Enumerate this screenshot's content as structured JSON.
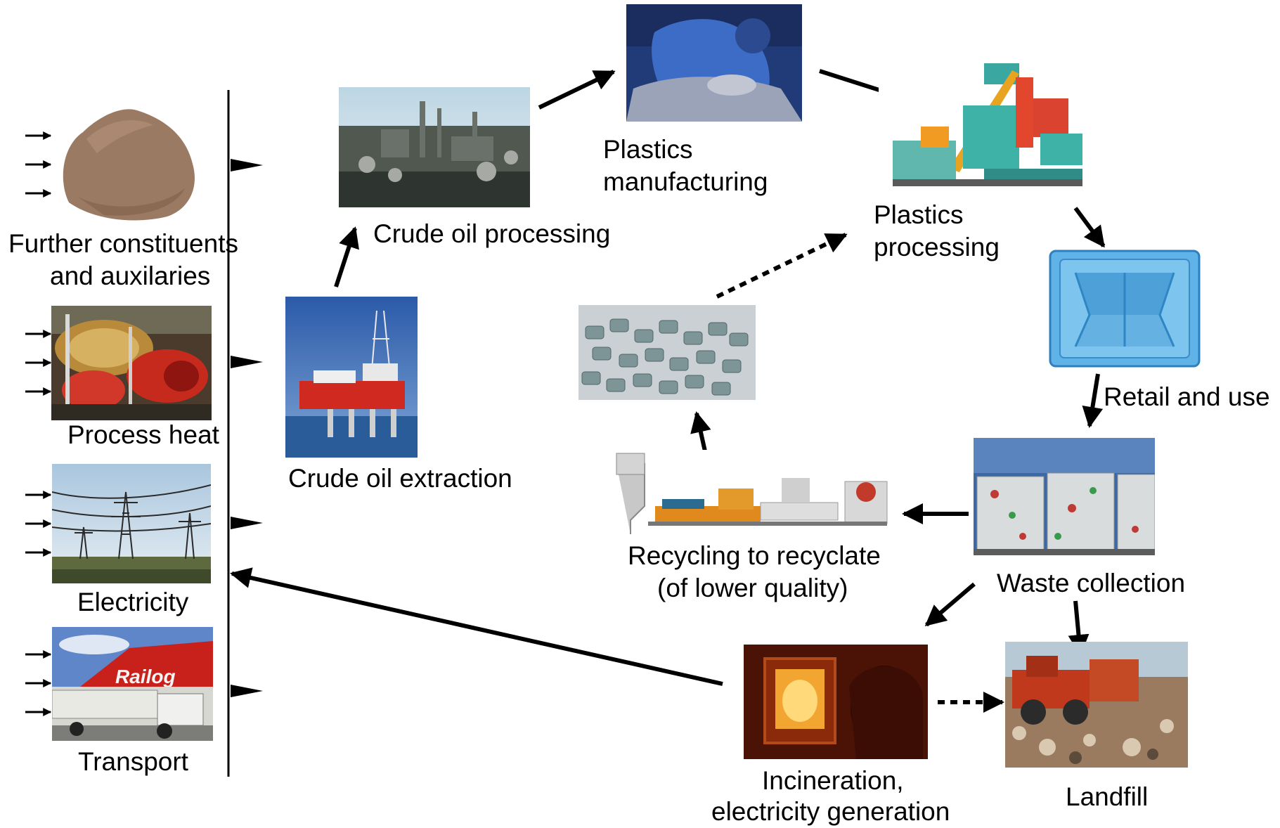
{
  "labels": {
    "further_constituents": "Further constituents",
    "and_auxilaries": "and auxilaries",
    "process_heat": "Process heat",
    "electricity": "Electricity",
    "transport": "Transport",
    "crude_oil_extraction": "Crude oil extraction",
    "crude_oil_processing": "Crude oil processing",
    "plastics_manufacturing_1": "Plastics",
    "plastics_manufacturing_2": "manufacturing",
    "plastics_processing_1": "Plastics",
    "plastics_processing_2": "processing",
    "retail_and_use": "Retail and use",
    "waste_collection": "Waste collection",
    "recycling_1": "Recycling to recyclate",
    "recycling_2": "(of lower quality)",
    "incineration_1": "Incineration,",
    "incineration_2": "electricity generation",
    "landfill": "Landfill"
  },
  "truck_logo": "Railog",
  "colors": {
    "arrow": "#000000",
    "background": "#ffffff"
  }
}
